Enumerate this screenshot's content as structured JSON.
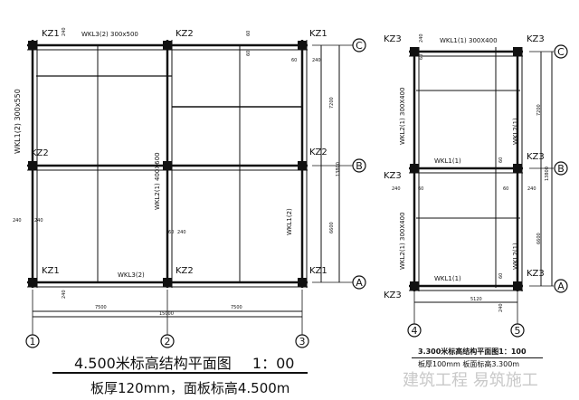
{
  "left_plan": {
    "title": "4.500米标高结构平面图",
    "scale": "1：00",
    "note": "板厚120mm，面板标高4.500m",
    "axes_numbers": [
      "1",
      "2",
      "3"
    ],
    "axes_letters": [
      "C",
      "B",
      "A"
    ],
    "labels": [
      "KZ1",
      "KZ2",
      "KZ1",
      "KZ2",
      "KZ2",
      "KZ1",
      "KZ2",
      "KZ1",
      "WKL3(2) 300x500",
      "WKL1(2) 300x550",
      "WKL3(2)",
      "WKL2(1) 400X600",
      "WKL1(2)",
      "7500",
      "7500",
      "15000",
      "7200",
      "6600",
      "13800",
      "240",
      "60",
      "60",
      "240",
      "60",
      "240",
      "240",
      "60",
      "240",
      "240"
    ]
  },
  "right_plan": {
    "title": "3.300米标高结构平面图1：100",
    "note": "板厚100mm  板面标高3.300m",
    "axes_numbers": [
      "4",
      "5"
    ],
    "axes_letters": [
      "C",
      "B",
      "A"
    ],
    "labels": [
      "KZ3",
      "KZ3",
      "KZ3",
      "KZ3",
      "KZ3",
      "KZ3",
      "WKL1(1)  300X400",
      "WKL2(1)  300X400",
      "WKL2(1)",
      "WKL1(1)",
      "WKL2(1)  300X400",
      "WKL2(1)",
      "WKL1(1)",
      "5120",
      "7200",
      "6600",
      "13800",
      "240",
      "60",
      "240",
      "60",
      "60",
      "240",
      "60",
      "60",
      "240"
    ]
  },
  "watermark": "建筑工程  易筑施工"
}
